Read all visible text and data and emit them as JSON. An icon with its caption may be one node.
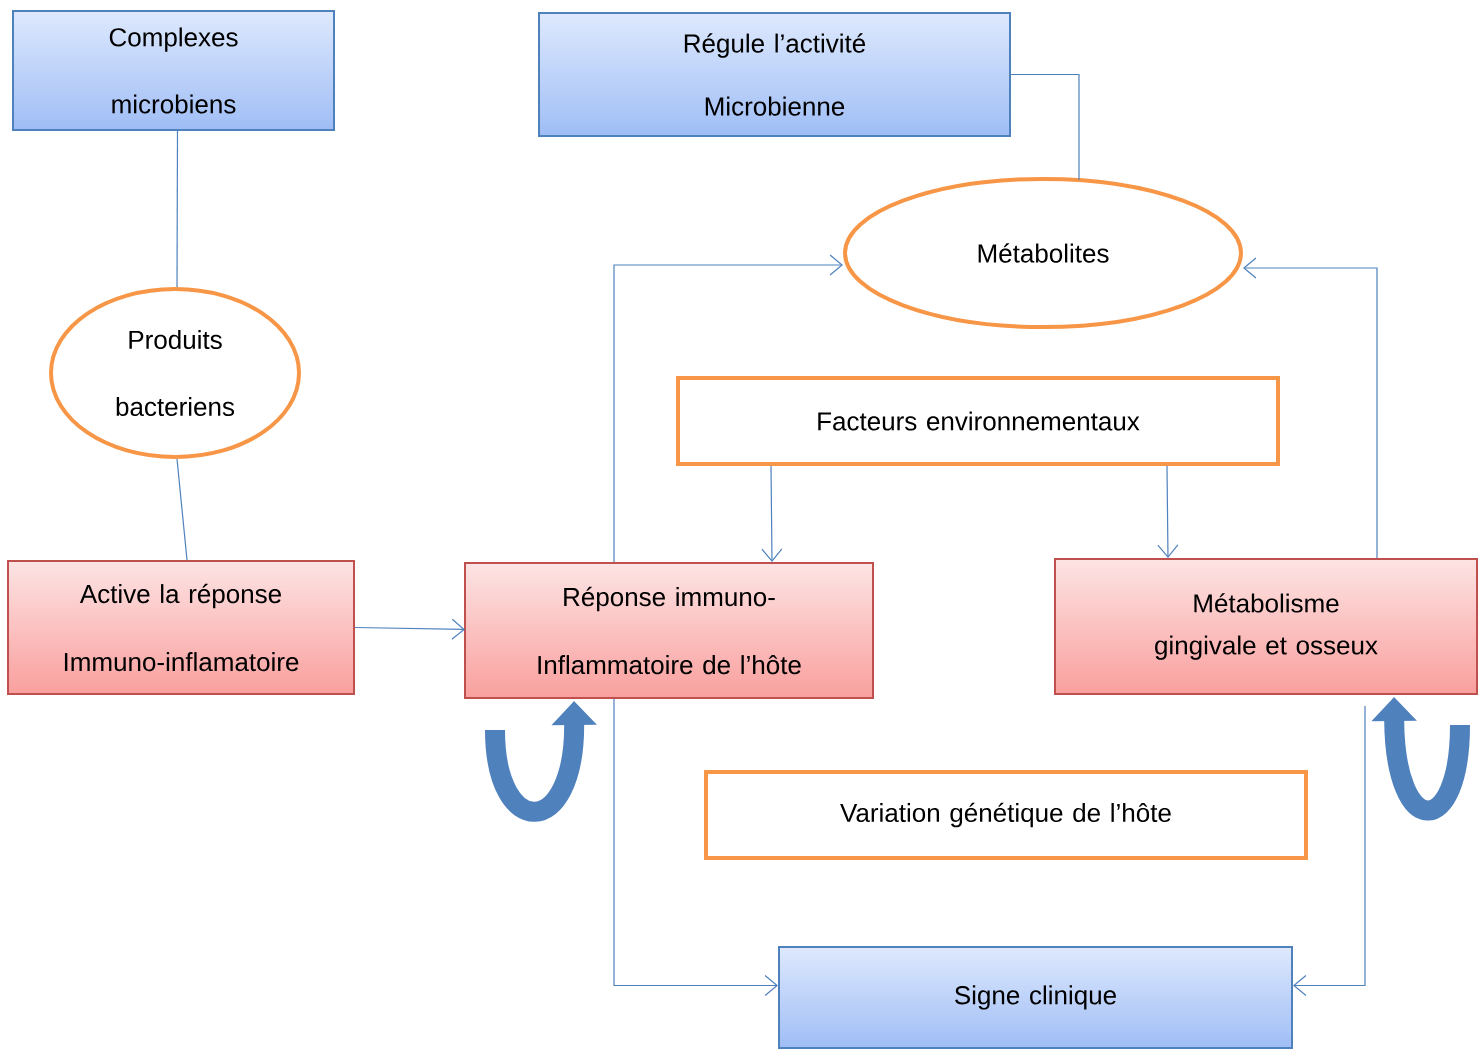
{
  "diagram": {
    "nodes": [
      {
        "text": [
          "Complexes microbiens"
        ]
      },
      {
        "text": [
          "Régule l’activité Microbienne"
        ]
      },
      {
        "text": [
          "Métabolites"
        ]
      },
      {
        "text": [
          "Produits bacteriens"
        ]
      },
      {
        "text": [
          "Facteurs environnementaux"
        ]
      },
      {
        "text": [
          "Active la réponse Immuno-inflamatoire"
        ]
      },
      {
        "text": [
          "Réponse immuno- Inflammatoire de l’hôte"
        ]
      },
      {
        "text": [
          "Métabolisme gingivale et osseux"
        ]
      },
      {
        "text": [
          "Variation génétique de l’hôte"
        ]
      },
      {
        "text": [
          "Signe clinique"
        ]
      }
    ],
    "edges": [
      {
        "from": 0,
        "to": 3,
        "arrow": "none"
      },
      {
        "from": 3,
        "to": 5,
        "arrow": "none"
      },
      {
        "from": 1,
        "to": 2,
        "arrow": "none"
      },
      {
        "from": 5,
        "to": 6,
        "arrow": "to"
      },
      {
        "from": 6,
        "to": 2,
        "arrow": "to"
      },
      {
        "from": 7,
        "to": 2,
        "arrow": "to"
      },
      {
        "from": 4,
        "to": 6,
        "arrow": "to"
      },
      {
        "from": 4,
        "to": 7,
        "arrow": "to"
      },
      {
        "from": 6,
        "to": 9,
        "arrow": "to"
      },
      {
        "from": 7,
        "to": 9,
        "arrow": "to"
      },
      {
        "from": null,
        "to": 6,
        "arrow": "to",
        "style": "thick"
      },
      {
        "from": null,
        "to": 7,
        "arrow": "to",
        "style": "thick"
      }
    ]
  }
}
